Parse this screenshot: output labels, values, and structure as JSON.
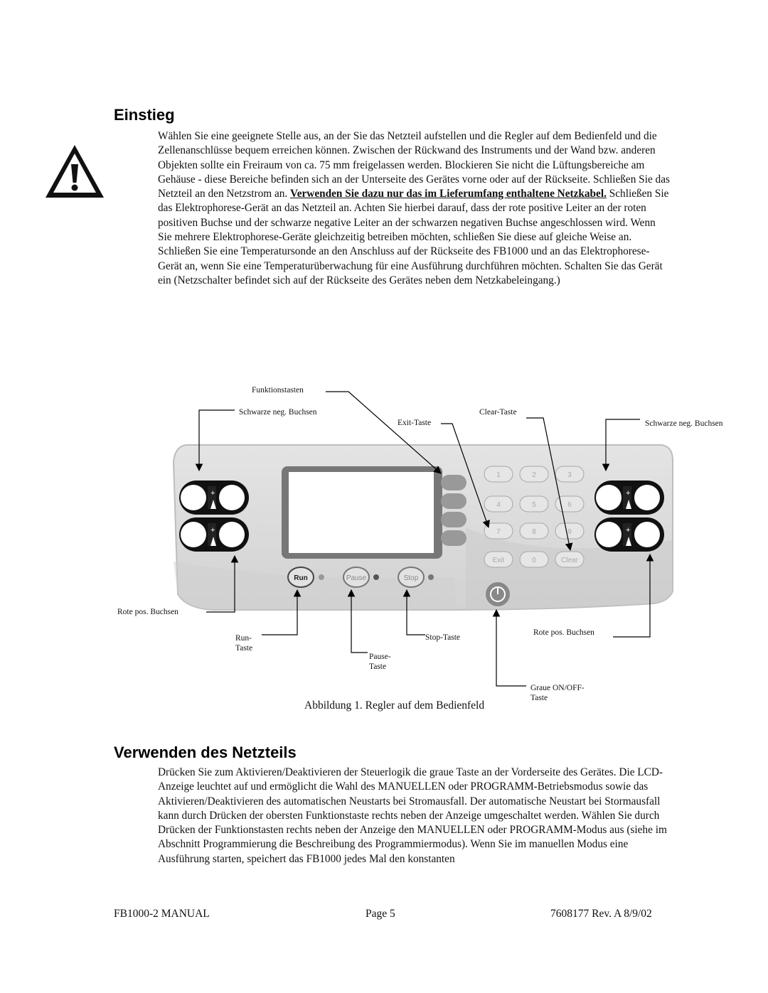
{
  "section1": {
    "title": "Einstieg",
    "p1": "Wählen Sie eine geeignete Stelle aus, an der Sie das Netzteil aufstellen und die Regler auf dem Bedienfeld und die Zellenanschlüsse bequem erreichen können. Zwischen der Rückwand des Instruments und der Wand bzw. anderen Objekten sollte ein Freiraum von ca. 75 mm freigelassen werden.  Blockieren Sie nicht die Lüftungsbereiche am Gehäuse - diese Bereiche befinden sich an der Unterseite des Gerätes vorne oder auf der Rückseite.  Schließen Sie das Netzteil an den Netzstrom an.",
    "p1_bold": "Verwenden Sie dazu nur das im Lieferumfang enthaltene Netzkabel.",
    "p1_rest": " Schließen Sie das Elektrophorese-Gerät an das Netzteil an. Achten Sie hierbei darauf, dass der rote positive Leiter an der roten positiven Buchse und der schwarze negative Leiter an der schwarzen negativen Buchse angeschlossen wird.  Wenn Sie mehrere Elektrophorese-Geräte gleichzeitig betreiben möchten, schließen Sie diese auf gleiche Weise an.  Schließen Sie eine Temperatursonde an den Anschluss auf der Rückseite des FB1000 und an das Elektrophorese-Gerät an, wenn Sie eine Temperaturüberwachung für eine Ausführung durchführen möchten. Schalten Sie das Gerät ein (Netzschalter befindet sich auf der Rückseite des Gerätes neben dem Netzkabeleingang.)"
  },
  "figure": {
    "labels": {
      "funktionstasten": "Funktionstasten",
      "schwarze_left": "Schwarze neg. Buchsen",
      "exit": "Exit-Taste",
      "clear": "Clear-Taste",
      "schwarze_right": "Schwarze neg. Buchsen",
      "rote_left": "Rote pos. Buchsen",
      "run": "Run-\nTaste",
      "stop": "Stop-Taste",
      "pause": "Pause-\nTaste",
      "rote_right": "Rote pos. Buchsen",
      "onoff": "Graue ON/OFF-\nTaste"
    },
    "keys": {
      "digits": [
        "1",
        "2",
        "3",
        "4",
        "5",
        "6",
        "7",
        "8",
        "9"
      ],
      "exit": "Exit",
      "zero": "0",
      "clear": "Clear",
      "run": "Run",
      "pause": "Pause",
      "stop": "Stop"
    },
    "caption": "Abbildung 1. Regler auf dem Bedienfeld"
  },
  "section2": {
    "title": "Verwenden des Netzteils",
    "p1": "Drücken Sie zum Aktivieren/Deaktivieren der Steuerlogik die graue Taste an der Vorderseite des Gerätes.  Die LCD-Anzeige leuchtet auf und ermöglicht die Wahl des MANUELLEN oder PROGRAMM-Betriebsmodus sowie das Aktivieren/Deaktivieren des automatischen Neustarts bei Stromausfall.  Der automatische Neustart bei Stormausfall kann durch Drücken der obersten Funktionstaste rechts neben der Anzeige umgeschaltet werden. Wählen Sie durch Drücken der Funktionstasten rechts neben der Anzeige den MANUELLEN oder PROGRAMM-Modus aus (siehe im Abschnitt Programmierung die Beschreibung des Programmiermodus). Wenn Sie im manuellen Modus eine Ausführung starten, speichert das FB1000 jedes Mal den konstanten"
  },
  "footer": {
    "left": "FB1000-2 MANUAL",
    "center": "Page 5",
    "right": "7608177 Rev. A  8/9/02"
  }
}
